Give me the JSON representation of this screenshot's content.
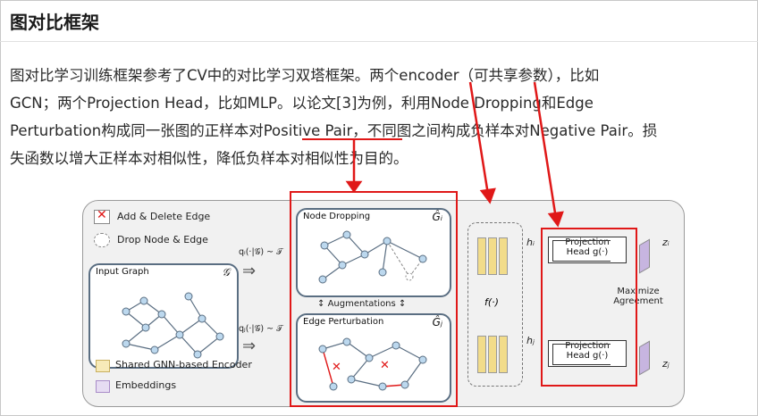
{
  "section": {
    "title": "图对比框架",
    "paragraph_lines": [
      "图对比学习训练框架参考了CV中的对比学习双塔框架。两个encoder（可共享参数），比如",
      "GCN；两个Projection Head，比如MLP。以论文[3]为例，利用Node Dropping和Edge",
      "Perturbation构成同一张图的正样本对Positive Pair，不同图之间构成负样本对Negative Pair。损",
      "失函数以增大正样本对相似性，降低负样本对相似性为目的。"
    ]
  },
  "figure": {
    "legend": {
      "add_delete_edge": "Add & Delete Edge",
      "drop_node_edge": "Drop Node & Edge",
      "shared_encoder": "Shared GNN-based Encoder",
      "embeddings": "Embeddings"
    },
    "input_graph": {
      "label": "Input Graph",
      "symbol": "𝒢"
    },
    "node_dropping": {
      "label": "Node Dropping",
      "symbol": "Ĝᵢ"
    },
    "edge_perturbation": {
      "label": "Edge Perturbation",
      "symbol": "Ĝⱼ"
    },
    "augmentations_label": "Augmentations",
    "qi_label": "qᵢ(·|𝒢) ~ 𝒯",
    "qj_label": "qⱼ(·|𝒢) ~ 𝒯",
    "encoder_label": "f(·)",
    "hi": "hᵢ",
    "hj": "hⱼ",
    "projection_head_line1": "Projection",
    "projection_head_line2": "Head g(·)",
    "zi": "zᵢ",
    "zj": "zⱼ",
    "maximize_line1": "Maximize",
    "maximize_line2": "Agreement"
  },
  "colors": {
    "highlight_red": "#e01818",
    "encoder_yellow": "#f2dc8a",
    "embedding_purple": "#c7b5e0",
    "node_blue": "#bcd8ee"
  }
}
